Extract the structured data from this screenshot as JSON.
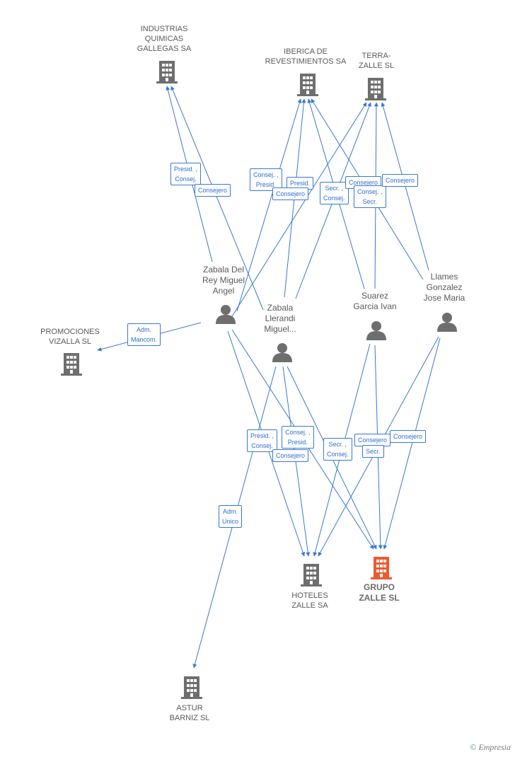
{
  "colors": {
    "edge": "#3a78d4",
    "company_icon": "#6e6e6e",
    "main_company_icon": "#ee5a2d",
    "person_icon": "#6e6e6e",
    "brand_accent": "#3aa07a"
  },
  "companies": {
    "industrias": {
      "label_lines": [
        "INDUSTRIAS",
        "QUIMICAS",
        "GALLEGAS SA"
      ]
    },
    "iberica": {
      "label_lines": [
        "IBERICA DE",
        "REVESTIMIENTOS SA"
      ]
    },
    "terra": {
      "label_lines": [
        "TERRA-",
        "ZALLE SL"
      ]
    },
    "promociones": {
      "label_lines": [
        "PROMOCIONES",
        "VIZALLA SL"
      ]
    },
    "hoteles": {
      "label_lines": [
        "HOTELES",
        "ZALLE SA"
      ]
    },
    "grupo": {
      "label_lines": [
        "GRUPO",
        "ZALLE SL"
      ]
    },
    "astur": {
      "label_lines": [
        "ASTUR",
        "BARNIZ SL"
      ]
    }
  },
  "people": {
    "zabala_del_rey": {
      "label_lines": [
        "Zabala Del",
        "Rey Miguel",
        "Angel"
      ]
    },
    "zabala_llerandi": {
      "label_lines": [
        "Zabala",
        "Llerandi",
        "Miguel..."
      ]
    },
    "suarez": {
      "label_lines": [
        "Suarez",
        "Garcia Ivan"
      ]
    },
    "llames": {
      "label_lines": [
        "Llames",
        "Gonzalez",
        "Jose Maria"
      ]
    }
  },
  "edge_labels": [
    {
      "id": "e1",
      "lines": [
        "Presid. ,",
        "Consej."
      ]
    },
    {
      "id": "e2",
      "lines": [
        "Consejero"
      ]
    },
    {
      "id": "e3",
      "lines": [
        "Consej. ,",
        "Presid."
      ]
    },
    {
      "id": "e4",
      "lines": [
        "Presid."
      ]
    },
    {
      "id": "e5",
      "lines": [
        "Consejero"
      ]
    },
    {
      "id": "e6",
      "lines": [
        "Secr. ,",
        "Consej."
      ]
    },
    {
      "id": "e7",
      "lines": [
        "Consejero"
      ]
    },
    {
      "id": "e8",
      "lines": [
        "Consej. ,",
        "Secr."
      ]
    },
    {
      "id": "e9",
      "lines": [
        "Consejero"
      ]
    },
    {
      "id": "e10",
      "lines": [
        "Adm.",
        "Mancom."
      ]
    },
    {
      "id": "e11",
      "lines": [
        "Presid. ,",
        "Consej."
      ]
    },
    {
      "id": "e12",
      "lines": [
        "Consej. ,",
        "Presid."
      ]
    },
    {
      "id": "e13",
      "lines": [
        "Consejero"
      ]
    },
    {
      "id": "e14",
      "lines": [
        "Secr. ,",
        "Consej."
      ]
    },
    {
      "id": "e15",
      "lines": [
        "Consejero"
      ]
    },
    {
      "id": "e16",
      "lines": [
        "Secr."
      ]
    },
    {
      "id": "e17",
      "lines": [
        "Consejero"
      ]
    },
    {
      "id": "e18",
      "lines": [
        "Adm.",
        "Unico"
      ]
    }
  ],
  "brand": {
    "copyright": "©",
    "name": "Empresia"
  }
}
